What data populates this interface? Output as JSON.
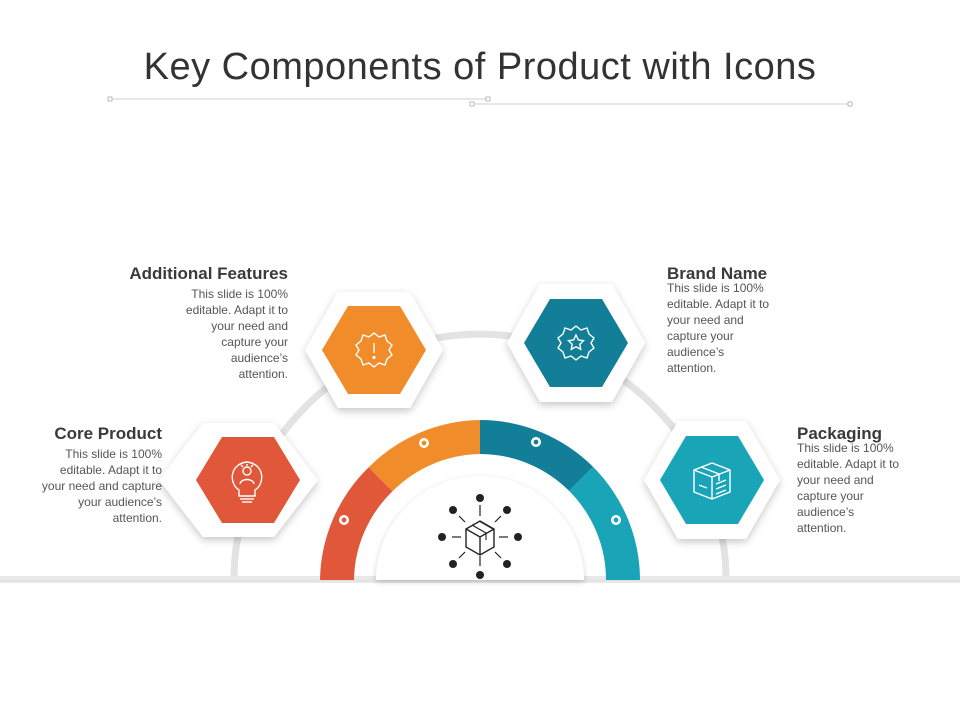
{
  "title": "Key Components of Product with Icons",
  "colors": {
    "core": "#e0573a",
    "additional": "#f08c2a",
    "brand": "#137e97",
    "packaging": "#1aa4b8",
    "track": "#e6e6e6"
  },
  "items": [
    {
      "key": "core",
      "heading": "Core Product",
      "body": "This slide is 100% editable. Adapt it to your need and capture your audience’s attention.",
      "icon": "lightbulb-person-icon"
    },
    {
      "key": "additional",
      "heading": "Additional Features",
      "body": "This slide is 100% editable. Adapt it to your need and capture your audience’s attention.",
      "icon": "alert-badge-icon"
    },
    {
      "key": "brand",
      "heading": "Brand Name",
      "body": "This slide is 100% editable. Adapt it to your need and capture your audience’s attention.",
      "icon": "star-badge-icon"
    },
    {
      "key": "packaging",
      "heading": "Packaging",
      "body": "This slide is 100% editable. Adapt it to your need and capture your audience’s attention.",
      "icon": "package-list-icon"
    }
  ],
  "center_icon": "product-box-network-icon"
}
